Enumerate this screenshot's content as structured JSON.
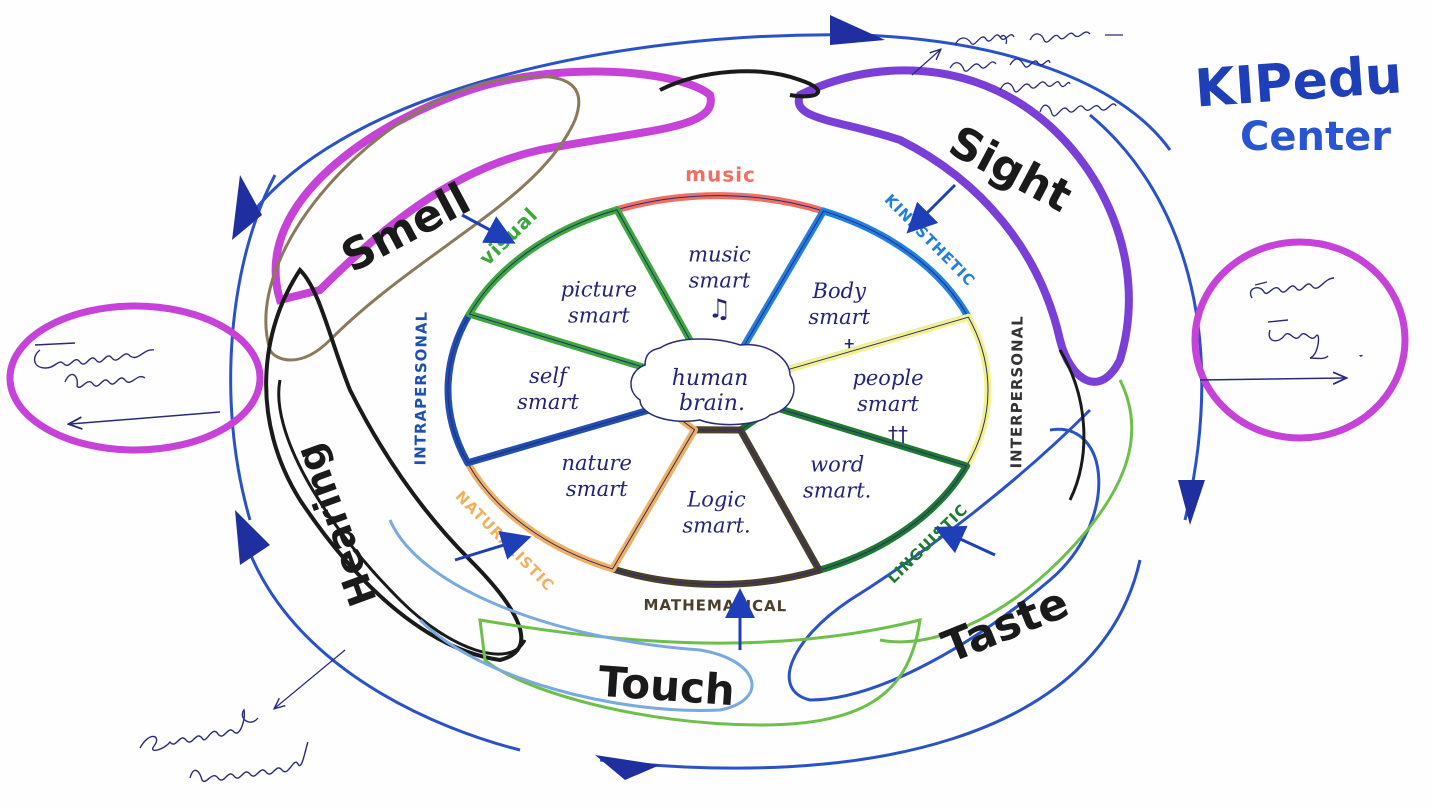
{
  "brand": {
    "line1": "KIPedu",
    "line2": "Center",
    "color": "#1f3fb8"
  },
  "center": {
    "line1": "human",
    "line2": "brain."
  },
  "segments": [
    {
      "id": "music",
      "category": "music",
      "label1": "music",
      "label2": "smart",
      "icon": "music-note-icon",
      "color": "#ef6f63"
    },
    {
      "id": "kinesthetic",
      "category": "KINESTHETIC",
      "label1": "Body",
      "label2": "smart",
      "icon": "running-person-icon",
      "color": "#1f7fe0"
    },
    {
      "id": "interpersonal",
      "category": "INTERPERSONAL",
      "label1": "people",
      "label2": "smart",
      "icon": "two-people-icon",
      "color": "#f3f28a"
    },
    {
      "id": "linguistic",
      "category": "LINGUISTIC",
      "label1": "word",
      "label2": "smart.",
      "icon": "",
      "color": "#1e7a2e"
    },
    {
      "id": "mathematical",
      "category": "MATHEMATICAL",
      "label1": "Logic",
      "label2": "smart.",
      "icon": "",
      "color": "#4a3f2a"
    },
    {
      "id": "naturalistic",
      "category": "NATURALISTIC",
      "label1": "nature",
      "label2": "smart",
      "icon": "",
      "color": "#f0b060"
    },
    {
      "id": "intrapersonal",
      "category": "INTRAPERSONAL",
      "label1": "self",
      "label2": "smart",
      "icon": "",
      "color": "#1f4fb0"
    },
    {
      "id": "visual",
      "category": "visual",
      "label1": "picture",
      "label2": "smart",
      "icon": "",
      "color": "#3aa83a"
    }
  ],
  "senses": {
    "smell": "Smell",
    "sight": "Sight",
    "hearing": "Hearing",
    "touch": "Touch",
    "taste": "Taste"
  },
  "annotations": {
    "top_right_note": [
      "(handwritten Armenian note)",
      "",
      "",
      ""
    ],
    "left_bubble": "(handwritten Armenian text)",
    "right_bubble": "(handwritten Armenian text)",
    "bottom_left_note": "(handwritten Armenian text)"
  },
  "colors": {
    "outer_loop": "#2a52c8",
    "magenta": "#c642d8",
    "purple": "#7a3fd6",
    "black": "#1a1a1a",
    "green_loop": "#6cc04a",
    "brown": "#8a7a5c"
  }
}
